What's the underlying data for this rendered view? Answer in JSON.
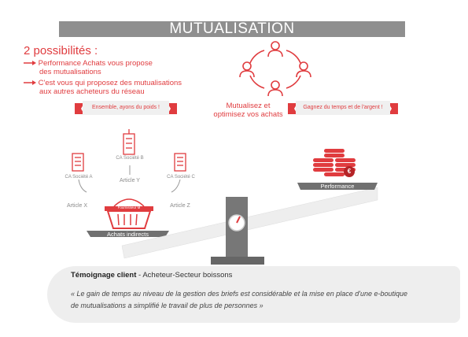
{
  "header": {
    "title": "MUTUALISATION"
  },
  "possibilities": {
    "title": "2 possibilités :",
    "items": [
      {
        "line1": "Performance Achats vous propose",
        "line2": "des mutualisations"
      },
      {
        "line1": "C'est vous qui proposez des mutualisations",
        "line2": "aux autres acheteurs du réseau"
      }
    ]
  },
  "ribbons": {
    "left": "Ensemble, ayons du poids !",
    "right": "Gagnez du temps et de l'argent !"
  },
  "center": {
    "line1": "Mutualisez et",
    "line2": "optimisez vos achats"
  },
  "diagram": {
    "companies": [
      {
        "name": "CA Société A",
        "article": "Article X"
      },
      {
        "name": "CA Société B",
        "article": "Article Y"
      },
      {
        "name": "CA Société C",
        "article": "Article Z"
      }
    ],
    "basket_label": "Fournisseur M",
    "left_platform": "Achats indirects",
    "right_platform": "Performance",
    "coin_symbol": "€"
  },
  "testimonial": {
    "title_bold": "Témoignage client",
    "title_rest": " - Acheteur-Secteur boissons",
    "quote": "« Le gain de temps au niveau de la gestion des briefs est considérable et la mise en place d'une e-boutique de mutualisations a simplifié le travail de plus de personnes »"
  },
  "colors": {
    "accent": "#e03c3f",
    "grey": "#8f8f8f",
    "dark": "#555555"
  }
}
